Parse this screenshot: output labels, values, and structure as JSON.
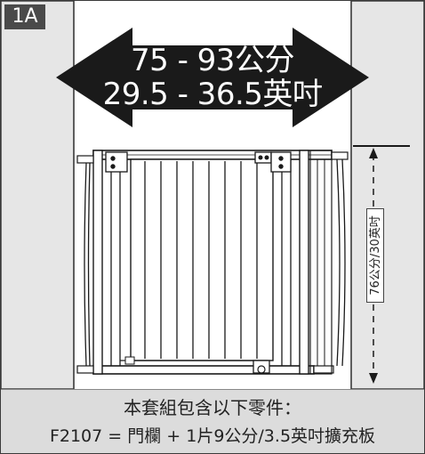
{
  "badge": "1A",
  "width_label": {
    "line1": "75 - 93公分",
    "line2": "29.5 - 36.5英吋"
  },
  "height_label": "76公分/30英吋",
  "footer": {
    "line1": "本套組包含以下零件：",
    "line2": "F2107 = 門欄 + 1片9公分/3.5英吋擴充板"
  },
  "colors": {
    "arrow": "#1a1a1a",
    "wall": "#e6e6e6",
    "footer_bg": "#dcdcdc",
    "line": "#3a3a3a"
  }
}
